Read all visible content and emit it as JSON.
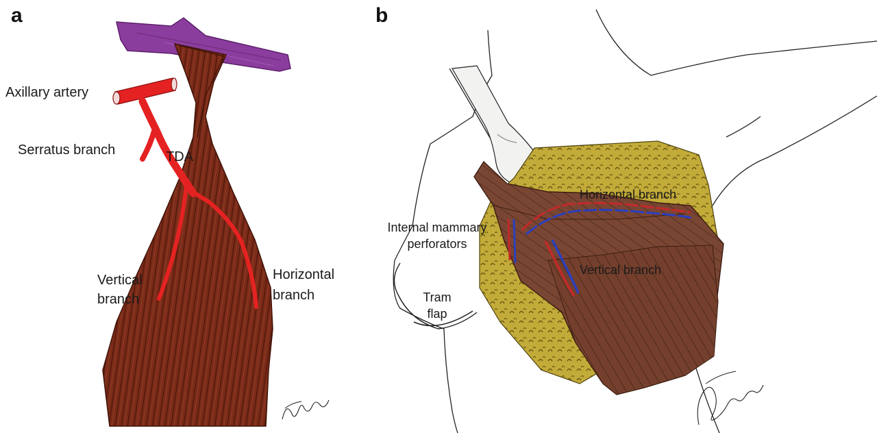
{
  "panel_a": {
    "letter": "a",
    "labels": {
      "axillary_artery": "Axillary artery",
      "serratus_branch": "Serratus branch",
      "tda": "TDA",
      "vertical_branch_l1": "Vertical",
      "vertical_branch_l2": "branch",
      "horizontal_branch_l1": "Horizontal",
      "horizontal_branch_l2": "branch"
    },
    "signature": "Albertano"
  },
  "panel_b": {
    "letter": "b",
    "labels": {
      "internal_mammary_l1": "Internal mammary",
      "internal_mammary_l2": "perforators",
      "horizontal_branch": "Horizontal branch",
      "vertical_branch": "Vertical branch",
      "tram_flap_l1": "Tram",
      "tram_flap_l2": "flap"
    },
    "signature": "Albertano"
  },
  "colors": {
    "muscle": "#7a2e1c",
    "muscle_dark": "#5a1f10",
    "artery": "#e02020",
    "vein": "#2a3fbf",
    "purple": "#8a3a9a",
    "fat": "#b9a233",
    "flap_b": "#7a4530"
  }
}
